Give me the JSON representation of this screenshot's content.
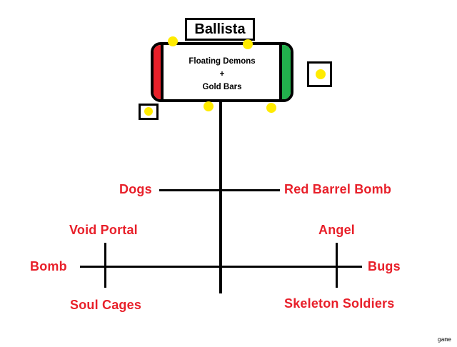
{
  "diagram": {
    "title": "Ballista",
    "center": {
      "line1": "Floating Demons",
      "line2": "+",
      "line3": "Gold Bars"
    },
    "branches": {
      "upper_left": "Dogs",
      "upper_right": "Red Barrel Bomb",
      "lower_left": "Bomb",
      "lower_right": "Bugs",
      "lower_left_top": "Void Portal",
      "lower_left_bottom": "Soul Cages",
      "lower_right_top": "Angel",
      "lower_right_bottom": "Skeleton Soldiers"
    },
    "colors": {
      "label": "#e8202a",
      "red_band": "#e8202a",
      "green_band": "#22b14c",
      "dot": "#ffeb00"
    }
  },
  "watermark": "game"
}
